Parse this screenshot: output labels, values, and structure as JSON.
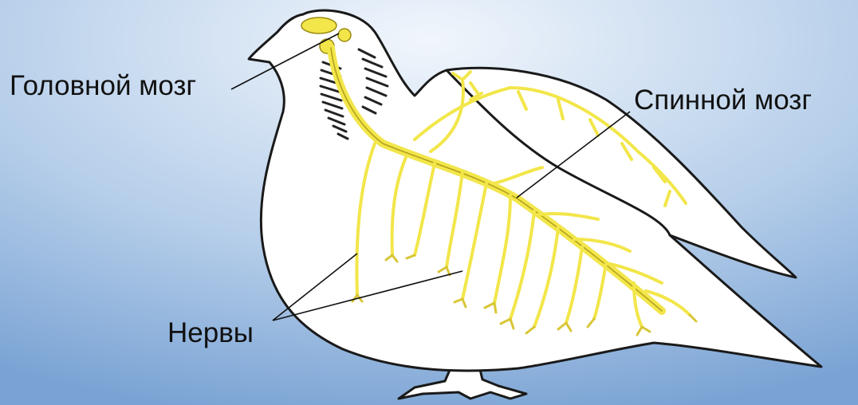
{
  "labels": {
    "brain": "Головной мозг",
    "spinal_cord": "Спинной мозг",
    "nerves": "Нервы"
  },
  "colors": {
    "background_top": "#eaf1fa",
    "background_bottom": "#7ca5d6",
    "body_fill": "#ffffff",
    "outline": "#1a1a1a",
    "nervous_system": "#f2e64a",
    "feather_marks": "#222222",
    "leader_line": "#111111"
  }
}
